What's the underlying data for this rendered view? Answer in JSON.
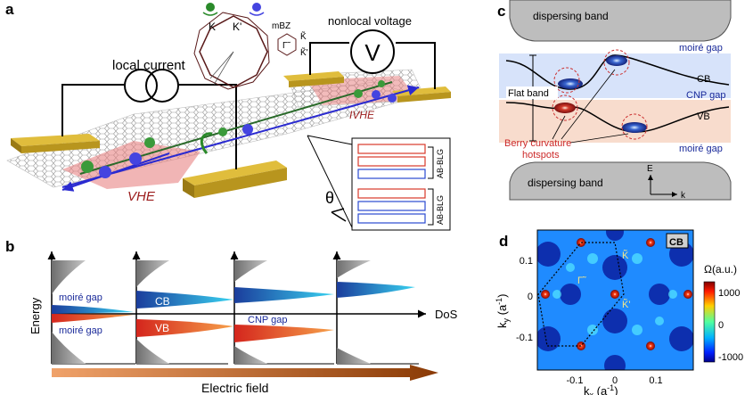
{
  "panels": {
    "a": {
      "letter": "a",
      "local_current": "local current",
      "nonlocal_voltage": "nonlocal voltage",
      "voltmeter_symbol": "V",
      "vhe": "VHE",
      "ivhe": "IVHE",
      "valley_K": "K",
      "valley_Kp": "K'",
      "mbz": "mBZ",
      "gamma_tilde": "Γ̃",
      "k_tilde": "K̃",
      "kp_tilde": "K̃'",
      "theta": "θ",
      "ab_blg_top": "AB-BLG",
      "ab_blg_bottom": "AB-BLG"
    },
    "b": {
      "letter": "b",
      "energy": "Energy",
      "dos": "DoS",
      "moire_gap_top": "moiré gap",
      "moire_gap_bottom": "moiré gap",
      "cb": "CB",
      "vb": "VB",
      "cnp_gap": "CNP gap",
      "electric_field": "Electric field"
    },
    "c": {
      "letter": "c",
      "dispersing_band_top": "dispersing band",
      "dispersing_band_bottom": "dispersing band",
      "moire_gap_top": "moiré gap",
      "moire_gap_bottom": "moiré gap",
      "cnp_gap": "CNP gap",
      "cb": "CB",
      "vb": "VB",
      "flat_band": "Flat band",
      "berry_line1": "Berry curvature",
      "berry_line2": "hotspots",
      "axis_E": "E",
      "axis_k": "k"
    },
    "d": {
      "letter": "d",
      "band_badge": "CB",
      "y_label": "k",
      "y_sub": "y",
      "y_unit": " (a",
      "y_exp": "-1",
      "x_label": "k",
      "x_sub": "x",
      "x_unit": " (a",
      "x_exp": "-1",
      "x_ticks": [
        "-0.1",
        "0",
        "0.1"
      ],
      "y_ticks": [
        "0.1",
        "0",
        "-0.1"
      ],
      "gamma_tilde": "Γ̃",
      "k_tilde": "K̃",
      "kp_tilde": "K̃'",
      "colorbar_title": "Ω(a.u.)",
      "colorbar_ticks": [
        "1000",
        "0",
        "-1000"
      ]
    }
  },
  "colors": {
    "cb_blue": "#1b3d9c",
    "vb_red": "#d4261d",
    "contact_gold": "#c9a227",
    "vhe_red": "#9b1c1c",
    "moire_gap_blue": "#1a2a9a",
    "cnp_band_blue": "#d7e3fa",
    "vb_band_red": "#f8dccd",
    "hotspot_red": "#cc3333"
  }
}
